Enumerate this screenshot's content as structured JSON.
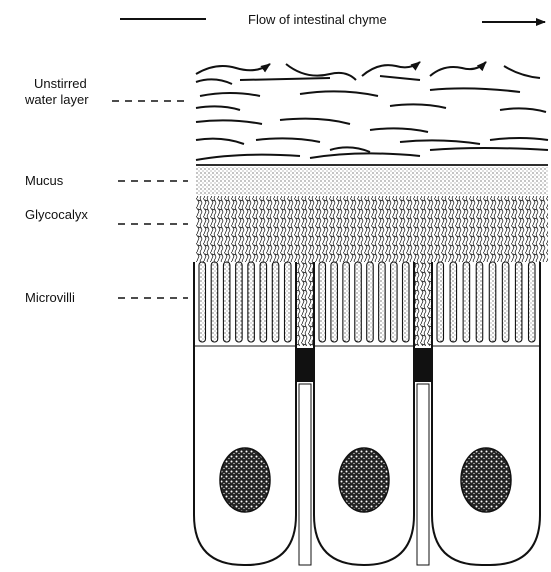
{
  "diagram": {
    "flow_label": "Flow of intestinal chyme",
    "labels": {
      "unstirred_line1": "Unstirred",
      "unstirred_line2": "water layer",
      "mucus": "Mucus",
      "glycocalyx": "Glycocalyx",
      "microvilli": "Microvilli"
    }
  }
}
